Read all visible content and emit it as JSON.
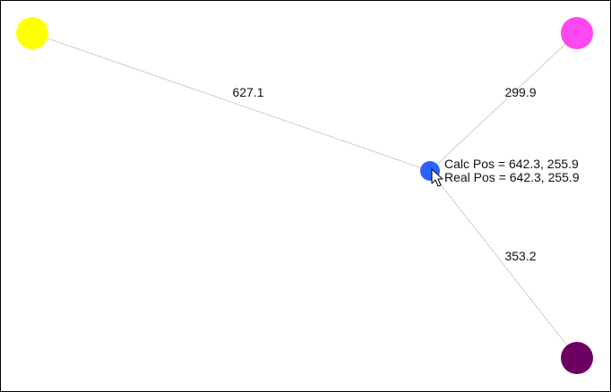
{
  "graph": {
    "edge_color": "#cfcfcf",
    "nodes": [
      {
        "id": "yellow",
        "color": "#ffff00"
      },
      {
        "id": "pink",
        "color": "#ff47f0"
      },
      {
        "id": "purple",
        "color": "#6b0061"
      },
      {
        "id": "blue",
        "color": "#2962ff"
      }
    ],
    "edges": [
      {
        "from": "yellow",
        "to": "blue",
        "label": "627.1"
      },
      {
        "from": "pink",
        "to": "blue",
        "label": "299.9"
      },
      {
        "from": "purple",
        "to": "blue",
        "label": "353.2"
      }
    ]
  },
  "readout": {
    "calc": "Calc Pos = 642.3, 255.9",
    "real": "Real Pos = 642.3, 255.9"
  },
  "cursor": {
    "icon": "mouse-pointer-icon"
  }
}
